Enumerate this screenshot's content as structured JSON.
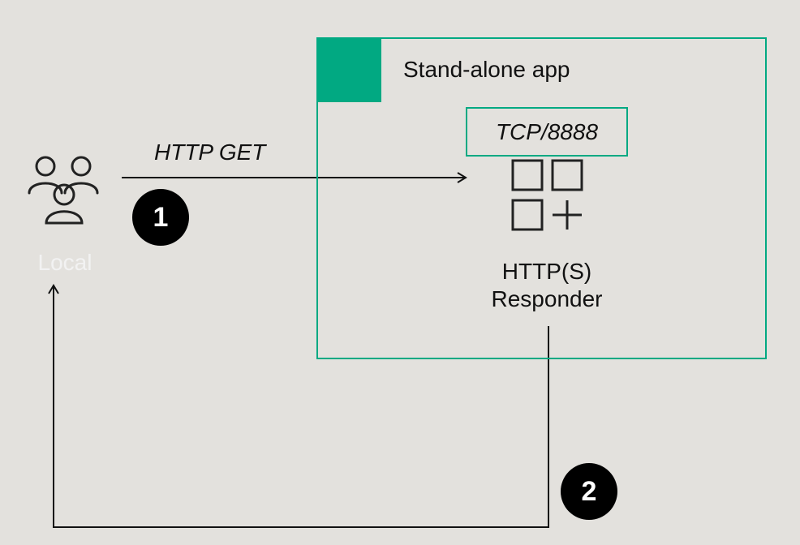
{
  "app": {
    "title": "Stand-alone app",
    "accent_color": "#01a982"
  },
  "port": {
    "label": "TCP/8888"
  },
  "service": {
    "line1": "HTTP(S)",
    "line2": "Responder",
    "icon": "apps-add-icon"
  },
  "client": {
    "label": "Local",
    "icon": "user-group-icon"
  },
  "request": {
    "method": "HTTP GET",
    "step": "1"
  },
  "response": {
    "step": "2"
  }
}
